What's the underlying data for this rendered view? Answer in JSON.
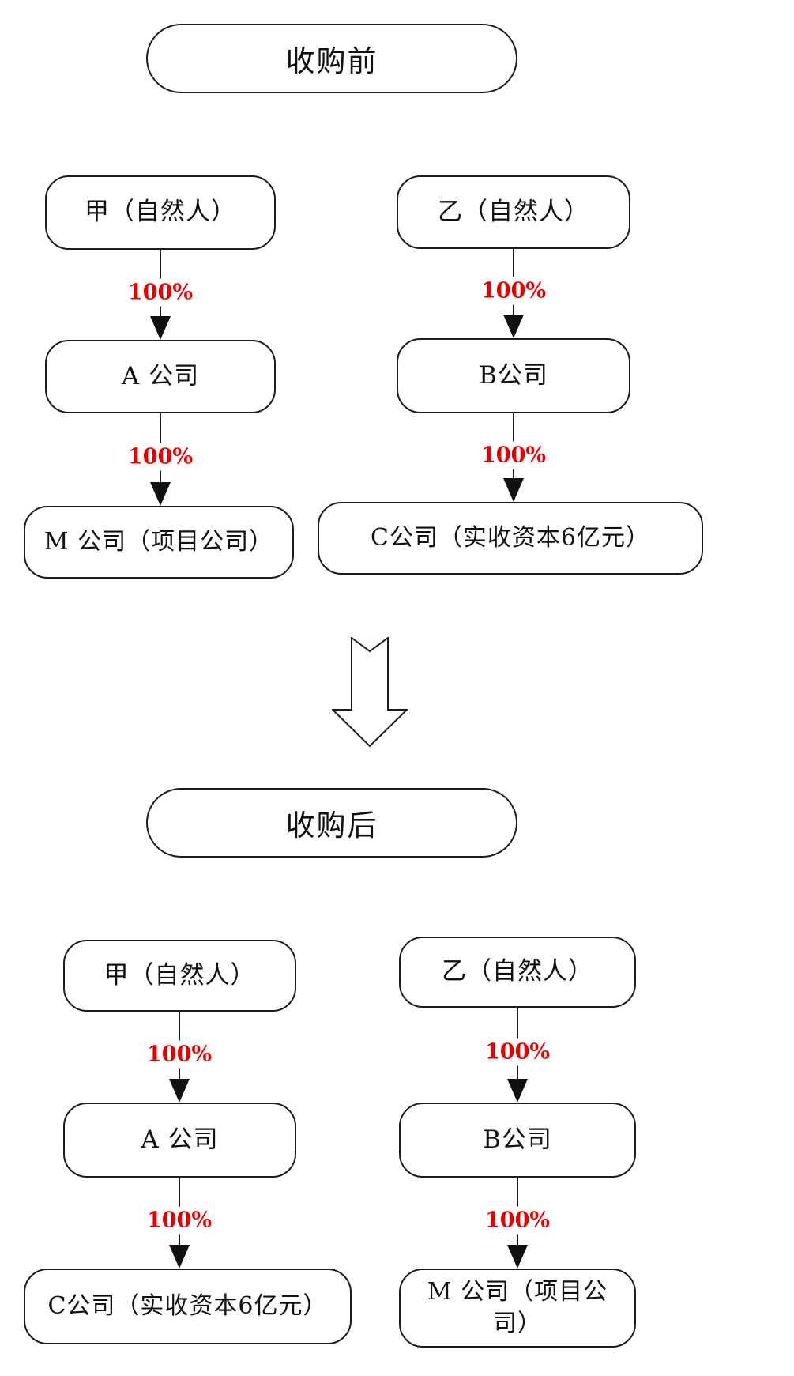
{
  "colors": {
    "line": "#1c1c1c",
    "percent_label": "#e60000",
    "background": "#ffffff"
  },
  "icons": {
    "edge_arrow": "solid-down-triangle",
    "transition_arrow": "hollow-outlined-down-arrow"
  },
  "diagram": {
    "before": {
      "title": "收购前",
      "left": {
        "owner": "甲（自然人）",
        "pct1": "100%",
        "company": "A 公司",
        "pct2": "100%",
        "subsidiary": "M 公司（项目公司）"
      },
      "right": {
        "owner": "乙（自然人）",
        "pct1": "100%",
        "company": "B公司",
        "pct2": "100%",
        "subsidiary": "C公司（实收资本6亿元）"
      }
    },
    "after": {
      "title": "收购后",
      "left": {
        "owner": "甲（自然人）",
        "pct1": "100%",
        "company": "A 公司",
        "pct2": "100%",
        "subsidiary": "C公司（实收资本6亿元）"
      },
      "right": {
        "owner": "乙（自然人）",
        "pct1": "100%",
        "company": "B公司",
        "pct2": "100%",
        "subsidiary": "M 公司（项目公司）"
      }
    }
  }
}
